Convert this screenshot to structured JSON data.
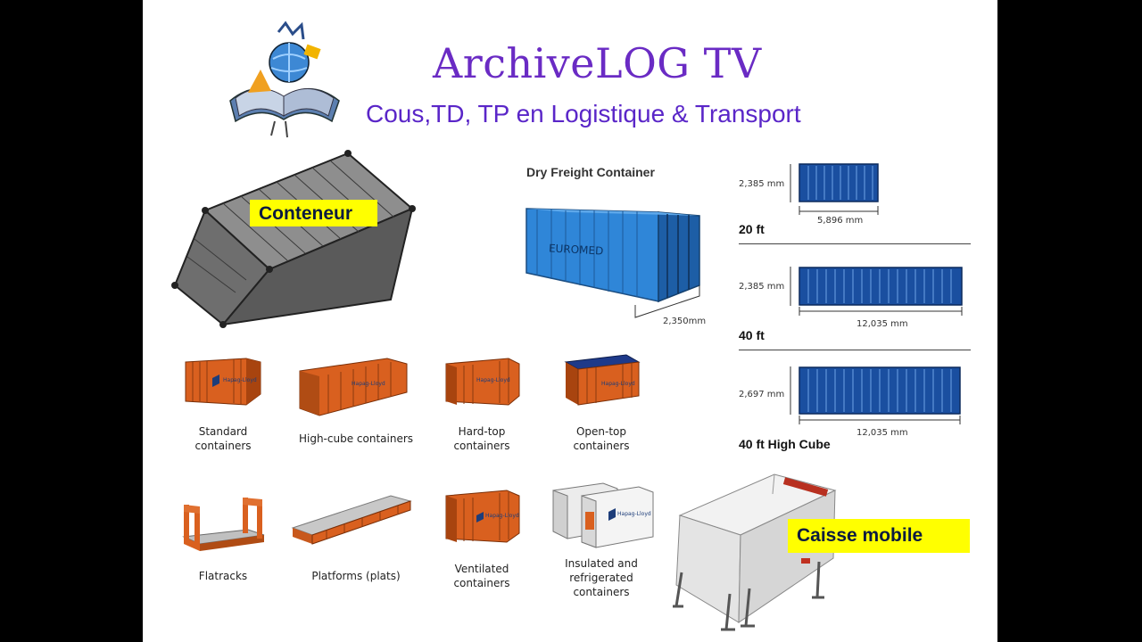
{
  "header": {
    "title": "ArchiveLOG TV",
    "subtitle": "Cous,TD, TP en Logistique & Transport"
  },
  "labels": {
    "conteneur": "Conteneur",
    "caisse_mobile": "Caisse mobile"
  },
  "dry_freight": {
    "title": "Dry Freight Container",
    "brand": "EUROMED",
    "width": "2,350mm"
  },
  "sizes": [
    {
      "name": "20 ft",
      "height": "2,385 mm",
      "length": "5,896 mm"
    },
    {
      "name": "40 ft",
      "height": "2,385 mm",
      "length": "12,035 mm"
    },
    {
      "name": "40 ft High Cube",
      "height": "2,697 mm",
      "length": "12,035 mm"
    }
  ],
  "container_types": [
    {
      "caption": "Standard\ncontainers"
    },
    {
      "caption": "High-cube containers"
    },
    {
      "caption": "Hard-top\ncontainers"
    },
    {
      "caption": "Open-top\ncontainers"
    },
    {
      "caption": "Flatracks"
    },
    {
      "caption": "Platforms (plats)"
    },
    {
      "caption": "Ventilated\ncontainers"
    },
    {
      "caption": "Insulated and\nrefrigerated\ncontainers"
    }
  ],
  "colors": {
    "title": "#6a2bc4",
    "label_bg": "#ffff00",
    "container_orange": "#d9601f",
    "container_blue": "#1e6fc4",
    "grey_container": "#707070"
  }
}
